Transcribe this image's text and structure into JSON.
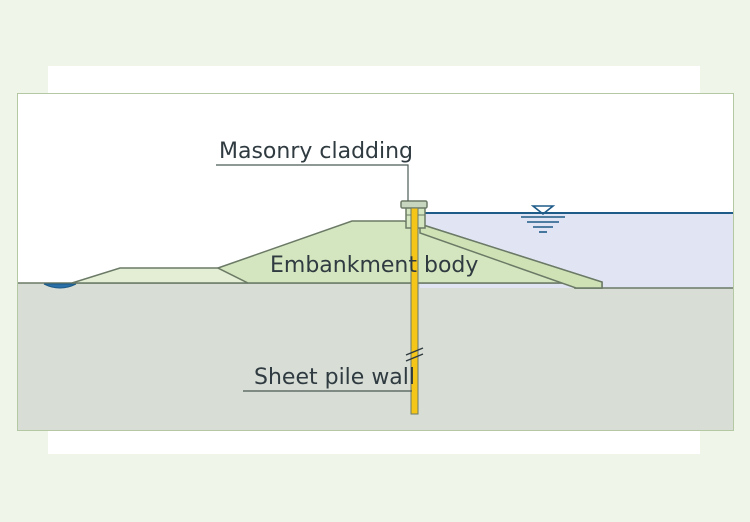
{
  "labels": {
    "masonry": "Masonry cladding",
    "embankment": "Embankment body",
    "sheet_pile": "Sheet pile wall"
  },
  "colors": {
    "page_background": "#f0f5ea",
    "panel_background": "#ffffff",
    "frame": "#b4c8a4",
    "ground": "#d8ddd6",
    "embankment": "#d4e6bf",
    "berm": "#e3eed5",
    "water": "#e1e5f3",
    "water_line": "#1f5b88",
    "outline": "#6b7a66",
    "sheet_pile": "#f5c518",
    "text": "#2f3b40"
  },
  "icons": {
    "water_level": "water-level-icon",
    "pile_break": "break-mark-icon"
  }
}
